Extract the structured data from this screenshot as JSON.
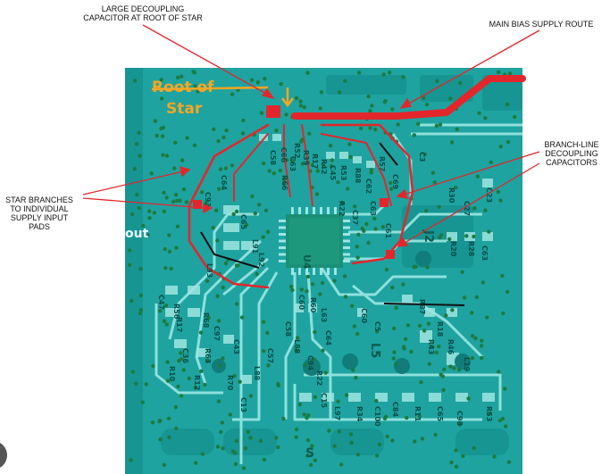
{
  "callouts": {
    "top_left": "LARGE DECOUPLING\nCAPACITOR AT ROOT OF STAR",
    "top_right": "MAIN BIAS SUPPLY ROUTE",
    "left": "STAR BRANCHES\nTO INDIVIDUAL\nSUPPLY INPUT\nPADS",
    "right": "BRANCH-LINE\nDECOUPLING\nCAPACITORS"
  },
  "board": {
    "root_label_line1": "Root of",
    "root_label_line2": "Star",
    "left_edge_label": "out",
    "chip_label": "U4",
    "right_label": "J2",
    "lower_label": "L5",
    "bottom_label": "S",
    "components": [
      "C66",
      "C63",
      "R52",
      "R39",
      "R17",
      "R42",
      "C45",
      "R53",
      "R88",
      "C62",
      "R57",
      "C69",
      "C93",
      "C64",
      "C65",
      "L91",
      "L92",
      "L93",
      "C58",
      "R66",
      "C60",
      "R60",
      "L63",
      "C64",
      "C58",
      "L88",
      "C60",
      "C5",
      "R87",
      "R18",
      "R56",
      "R17",
      "R68",
      "C97",
      "C36",
      "R63",
      "C43",
      "L88",
      "C57",
      "C94",
      "R22",
      "C15",
      "L97",
      "R34",
      "C100",
      "C84",
      "R11",
      "C65",
      "C98",
      "R53",
      "R43",
      "R46",
      "L19",
      "R20",
      "R28",
      "C63",
      "C23",
      "R30",
      "C27",
      "C63",
      "C61",
      "C3",
      "R22",
      "C37",
      "R70",
      "C13",
      "R12",
      "C47",
      "R10"
    ]
  },
  "colors": {
    "board": "#1ea3a0",
    "board_dark": "#118b88",
    "trace": "#8fe0dc",
    "star_route": "#e3262b",
    "root_label": "#f5a623",
    "via": "#1e7a3e",
    "chip": "#1b8f76"
  }
}
